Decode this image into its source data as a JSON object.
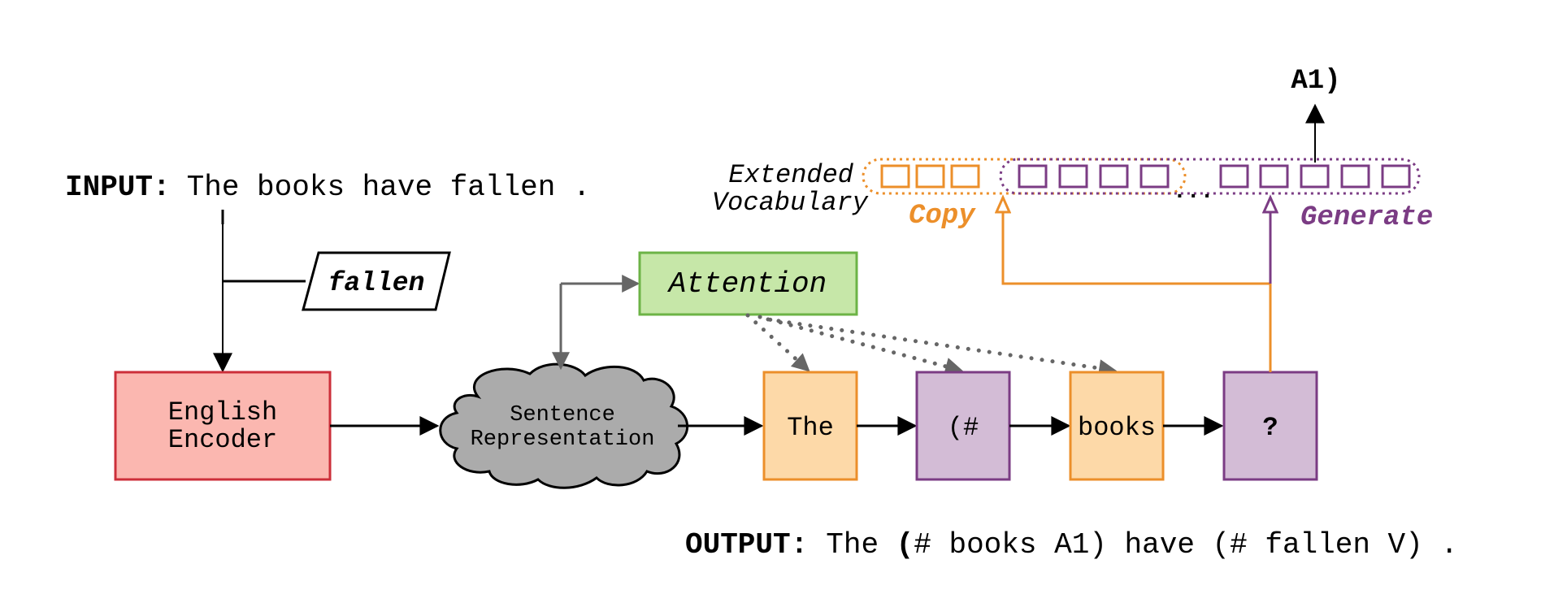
{
  "input": {
    "label": "INPUT:",
    "text": "The books have fallen ."
  },
  "predicate": "fallen",
  "encoder": {
    "line1": "English",
    "line2": "Encoder"
  },
  "sentence_rep": {
    "line1": "Sentence",
    "line2": "Representation"
  },
  "attention": "Attention",
  "decoder_tokens": [
    {
      "text": "The",
      "kind": "copy"
    },
    {
      "text": "(#",
      "kind": "generate"
    },
    {
      "text": "books",
      "kind": "copy"
    },
    {
      "text": "?",
      "kind": "generate"
    }
  ],
  "vocab": {
    "label_line1": "Extended",
    "label_line2": "Vocabulary",
    "ellipsis": "...",
    "copy_label": "Copy",
    "generate_label": "Generate",
    "output_token": "A1)"
  },
  "output": {
    "label": "OUTPUT:",
    "segments": [
      {
        "text": "The ",
        "bold": false
      },
      {
        "text": "(",
        "bold": true
      },
      {
        "text": "# books A1) have (# fallen V) .",
        "bold": false
      }
    ]
  },
  "colors": {
    "copy": "#ec8f2a",
    "copy_fill": "#fdd9a8",
    "generate": "#7b3c84",
    "generate_fill": "#d3bcd6",
    "encoder_fill": "#fbb7b0",
    "encoder_stroke": "#cc2f3a",
    "attention_fill": "#c6e7a8",
    "attention_stroke": "#6cb346",
    "cloud_fill": "#ababab",
    "gray": "#666666"
  }
}
